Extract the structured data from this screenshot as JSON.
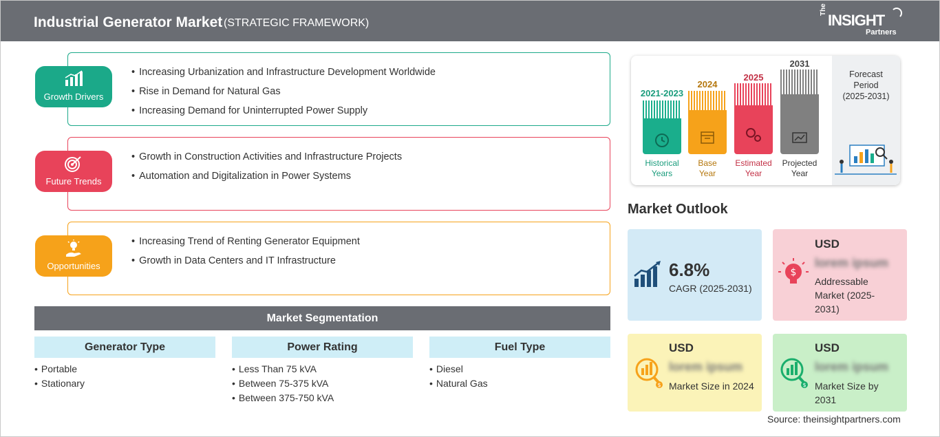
{
  "header": {
    "title": "Industrial Generator Market",
    "subtitle": "(STRATEGIC FRAMEWORK)",
    "logo_the": "The",
    "logo_brand": "INSIGHT",
    "logo_partners": "Partners"
  },
  "sections": [
    {
      "label": "Growth Drivers",
      "icon": "bar-chart-icon",
      "color": "#1ba989",
      "items": [
        "Increasing Urbanization and Infrastructure Development Worldwide",
        "Rise in Demand for Natural Gas",
        "Increasing Demand for Uninterrupted Power Supply"
      ]
    },
    {
      "label": "Future Trends",
      "icon": "target-icon",
      "color": "#e8435a",
      "items": [
        "Growth in Construction Activities and Infrastructure Projects",
        "Automation and Digitalization in Power Systems"
      ]
    },
    {
      "label": "Opportunities",
      "icon": "hand-bulb-icon",
      "color": "#f6a21a",
      "items": [
        "Increasing Trend of Renting Generator Equipment",
        "Growth in Data Centers and IT Infrastructure"
      ]
    }
  ],
  "segmentation": {
    "title": "Market Segmentation",
    "columns": [
      {
        "title": "Generator Type",
        "items": [
          "Portable",
          "Stationary"
        ]
      },
      {
        "title": "Power Rating",
        "items": [
          "Less Than 75 kVA",
          "Between 75-375 kVA",
          "Between 375-750 kVA"
        ]
      },
      {
        "title": "Fuel Type",
        "items": [
          "Diesel",
          "Natural Gas"
        ]
      }
    ]
  },
  "timeline": {
    "bars": [
      {
        "year": "2021-2023",
        "caption1": "Historical",
        "caption2": "Years",
        "color": "#1aae8c",
        "year_color": "#1a9c7c",
        "icon": "history-icon"
      },
      {
        "year": "2024",
        "caption1": "Base",
        "caption2": "Year",
        "color": "#f6a21a",
        "year_color": "#b5770d",
        "icon": "calendar-icon"
      },
      {
        "year": "2025",
        "caption1": "Estimated",
        "caption2": "Year",
        "color": "#e8435a",
        "year_color": "#c23045",
        "icon": "gears-icon"
      },
      {
        "year": "2031",
        "caption1": "Projected",
        "caption2": "Year",
        "color": "#808080",
        "year_color": "#444444",
        "icon": "presentation-icon"
      }
    ],
    "forecast_label": "Forecast Period",
    "forecast_range": "(2025-2031)"
  },
  "outlook": {
    "title": "Market Outlook",
    "cagr_value": "6.8%",
    "cagr_label": "CAGR (2025-2031)",
    "addressable_currency": "USD",
    "addressable_value": "lorem ipsum",
    "addressable_label": "Addressable Market (2025-2031)",
    "size2024_currency": "USD",
    "size2024_value": "lorem ipsum",
    "size2024_label": "Market Size in 2024",
    "size2031_currency": "USD",
    "size2031_value": "lorem ipsum",
    "size2031_label": "Market Size by 2031"
  },
  "source": "Source: theinsightpartners.com"
}
